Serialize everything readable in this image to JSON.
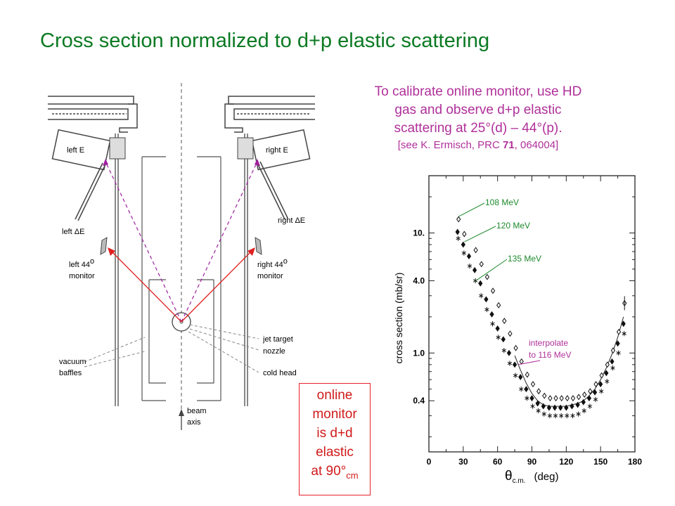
{
  "title": "Cross section normalized to d+p elastic scattering",
  "calibration_note": {
    "line1": "To calibrate online monitor, use HD",
    "line2": "gas and observe d+p elastic",
    "line3": "scattering at 25°(d) – 44°(p).",
    "ref_prefix": "[see K. Ermisch, PRC ",
    "ref_volume": "71",
    "ref_suffix": ", 064004]"
  },
  "monitor_note": {
    "l1": "online",
    "l2": "monitor",
    "l3": "is d+d",
    "l4": "elastic",
    "l5": "at 90°",
    "l5_sub": "cm"
  },
  "diagram": {
    "left_e": "left E",
    "right_e": "right E",
    "left_de": "left ΔE",
    "right_de": "right ΔE",
    "left_mon_1": "left  44",
    "left_mon_deg": "o",
    "left_mon_2": "monitor",
    "right_mon_1": "right  44",
    "right_mon_deg": "o",
    "right_mon_2": "monitor",
    "jet_1": "jet target",
    "jet_2": "nozzle",
    "cold_head": "cold head",
    "vacuum_1": "vacuum",
    "vacuum_2": "baffles",
    "beam_1": "beam",
    "beam_2": "axis"
  },
  "chart_data": {
    "type": "scatter",
    "xlabel": "θc.m.  (deg)",
    "xlabel_theta": "θ",
    "xlabel_sub": "c.m.",
    "xlabel_unit": "(deg)",
    "ylabel": "cross section  (mb/sr)",
    "xlim": [
      0,
      180
    ],
    "ylim": [
      0.15,
      30
    ],
    "yscale": "log",
    "x_ticks": [
      "0",
      "30",
      "60",
      "90",
      "120",
      "150",
      "180"
    ],
    "y_ticks": [
      {
        "value": 0.4,
        "label": "0.4"
      },
      {
        "value": 1.0,
        "label": "1.0"
      },
      {
        "value": 4.0,
        "label": "4.0"
      },
      {
        "value": 10.0,
        "label": "10."
      }
    ],
    "series": [
      {
        "name": "108 MeV",
        "marker": "open-diamond",
        "x": [
          25,
          30,
          40,
          45,
          50,
          55,
          60,
          65,
          70,
          75,
          80,
          85,
          90,
          95,
          100,
          105,
          110,
          115,
          120,
          125,
          130,
          135,
          140,
          145,
          150,
          155,
          160,
          165,
          170
        ],
        "y": [
          13.0,
          9.8,
          7.2,
          5.5,
          4.3,
          3.3,
          2.5,
          1.85,
          1.45,
          1.1,
          0.85,
          0.66,
          0.55,
          0.48,
          0.44,
          0.42,
          0.42,
          0.42,
          0.42,
          0.42,
          0.43,
          0.45,
          0.48,
          0.55,
          0.65,
          0.8,
          1.05,
          1.5,
          2.6
        ]
      },
      {
        "name": "120 MeV",
        "marker": "filled-diamond",
        "x": [
          25,
          30,
          35,
          40,
          45,
          50,
          55,
          60,
          65,
          70,
          75,
          80,
          85,
          90,
          95,
          100,
          105,
          110,
          115,
          120,
          125,
          130,
          135,
          140,
          145,
          150,
          155,
          160,
          165,
          170
        ],
        "y": [
          10.2,
          8.0,
          6.4,
          4.9,
          3.8,
          2.8,
          2.1,
          1.6,
          1.3,
          1.0,
          0.8,
          0.63,
          0.5,
          0.42,
          0.38,
          0.36,
          0.35,
          0.35,
          0.35,
          0.35,
          0.36,
          0.37,
          0.39,
          0.42,
          0.47,
          0.55,
          0.68,
          0.85,
          1.2,
          1.75
        ]
      },
      {
        "name": "135 MeV",
        "marker": "asterisk",
        "x": [
          25,
          30,
          35,
          40,
          45,
          50,
          55,
          60,
          65,
          70,
          75,
          80,
          85,
          90,
          95,
          100,
          105,
          110,
          115,
          120,
          125,
          130,
          135,
          140,
          145,
          150,
          155,
          160,
          165,
          170
        ],
        "y": [
          9.0,
          6.8,
          5.3,
          4.0,
          3.0,
          2.3,
          1.75,
          1.35,
          1.05,
          0.82,
          0.65,
          0.5,
          0.42,
          0.36,
          0.33,
          0.31,
          0.3,
          0.3,
          0.3,
          0.3,
          0.3,
          0.31,
          0.33,
          0.36,
          0.41,
          0.48,
          0.58,
          0.75,
          1.0,
          1.45
        ]
      }
    ],
    "curve": {
      "name": "interpolate to 116 MeV",
      "x": [
        75,
        80,
        85,
        90,
        95,
        100,
        105,
        110,
        115,
        120,
        125,
        130,
        135,
        140,
        145,
        150,
        155,
        160,
        165,
        170
      ],
      "y": [
        0.95,
        0.72,
        0.56,
        0.46,
        0.4,
        0.37,
        0.36,
        0.36,
        0.36,
        0.36,
        0.37,
        0.38,
        0.4,
        0.44,
        0.5,
        0.6,
        0.75,
        0.98,
        1.35,
        2.0
      ]
    },
    "annotations": [
      {
        "text": "108 MeV",
        "color": "#1e8a2e"
      },
      {
        "text": "120 MeV",
        "color": "#1e8a2e"
      },
      {
        "text": "135 MeV",
        "color": "#1e8a2e"
      },
      {
        "text_1": "interpolate",
        "text_2": "to 116 MeV",
        "color": "#b0309a"
      }
    ],
    "colors": {
      "annotation_green": "#1e8a2e",
      "annotation_magenta": "#b0309a"
    }
  }
}
